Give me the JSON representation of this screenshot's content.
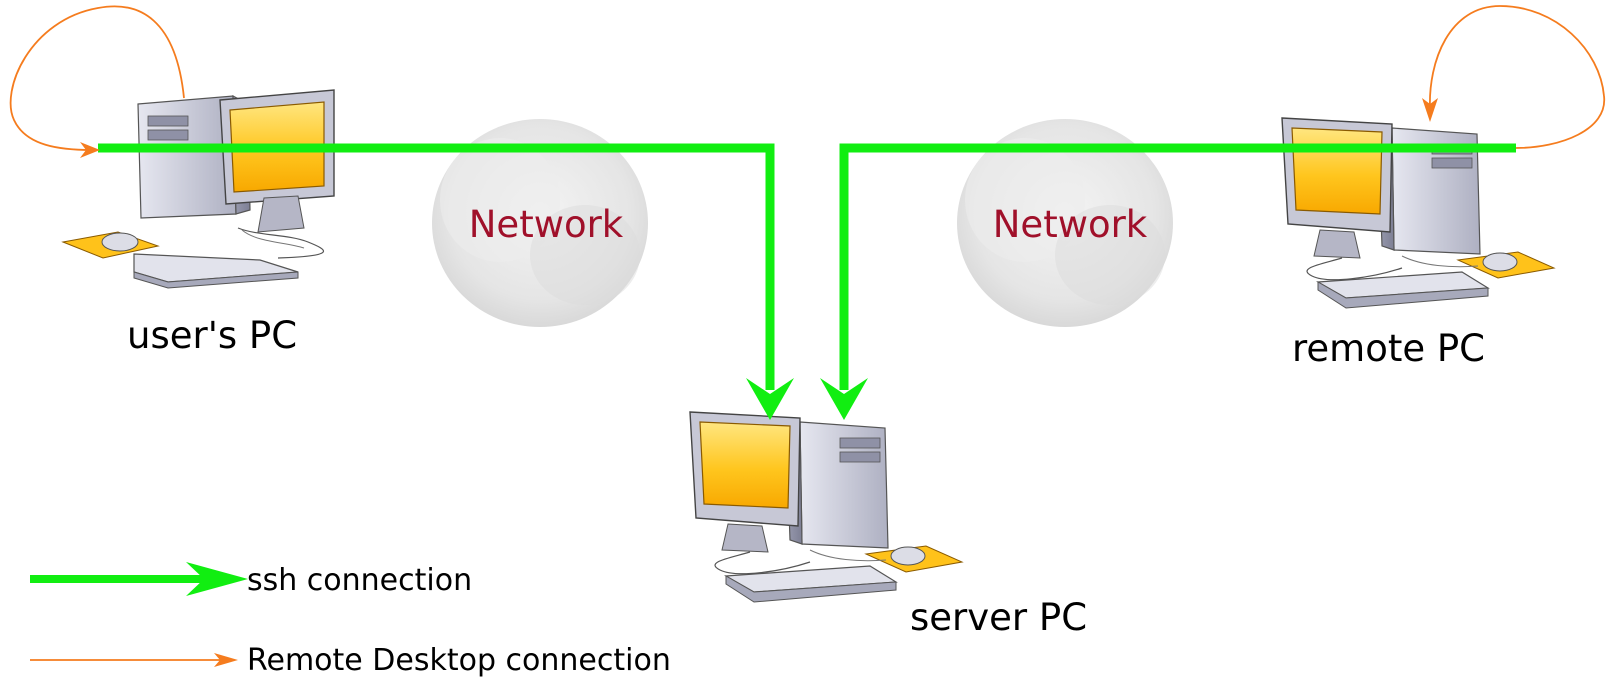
{
  "colors": {
    "ssh": "#11ee11",
    "rdp": "#f57c1e",
    "network_text": "#a0102a",
    "screen": "#ffc21a",
    "case": "#c4c6d4",
    "cloud": "#e4e4e4"
  },
  "nodes": {
    "user_pc": {
      "label": "user's PC",
      "icon": "desktop-computer-icon"
    },
    "server_pc": {
      "label": "server PC",
      "icon": "desktop-computer-icon"
    },
    "remote_pc": {
      "label": "remote PC",
      "icon": "desktop-computer-icon"
    }
  },
  "networks": [
    {
      "label": "Network",
      "icon": "cloud-icon"
    },
    {
      "label": "Network",
      "icon": "cloud-icon"
    }
  ],
  "legend": {
    "ssh_label": "ssh connection",
    "rdp_label": "Remote Desktop connection"
  }
}
